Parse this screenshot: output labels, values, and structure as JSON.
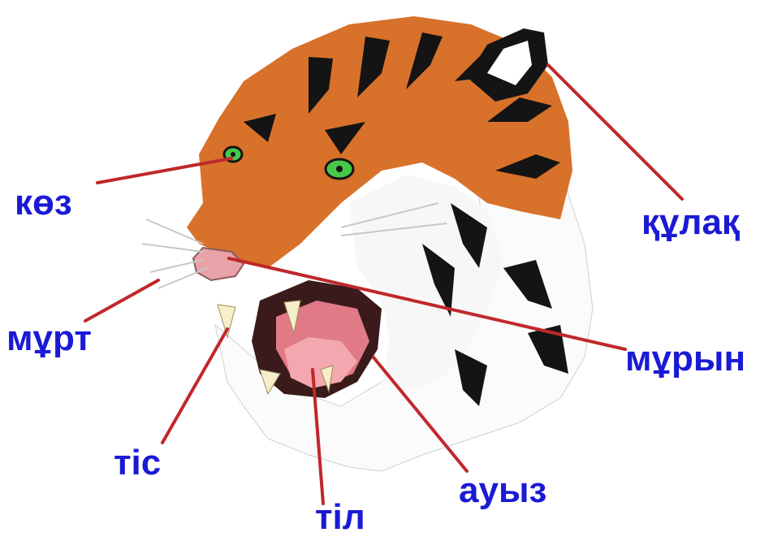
{
  "labels": {
    "eye": "көз",
    "ear": "құлақ",
    "whiskers": "мұрт",
    "nose": "мұрын",
    "tooth": "тіс",
    "tongue": "тіл",
    "mouth": "ауыз"
  },
  "colors": {
    "label_text": "#1a1ad6",
    "leader_line": "#c0282b",
    "fur_orange": "#d8712a",
    "fur_light": "#f0a86a",
    "stripe": "#141414",
    "eye": "#46c84a",
    "mouth_pink": "#e07a86",
    "tongue": "#f3a7ae",
    "tooth": "#f6efc9"
  },
  "illustration": {
    "subject": "tiger-head",
    "icon": "tiger-head-icon"
  }
}
